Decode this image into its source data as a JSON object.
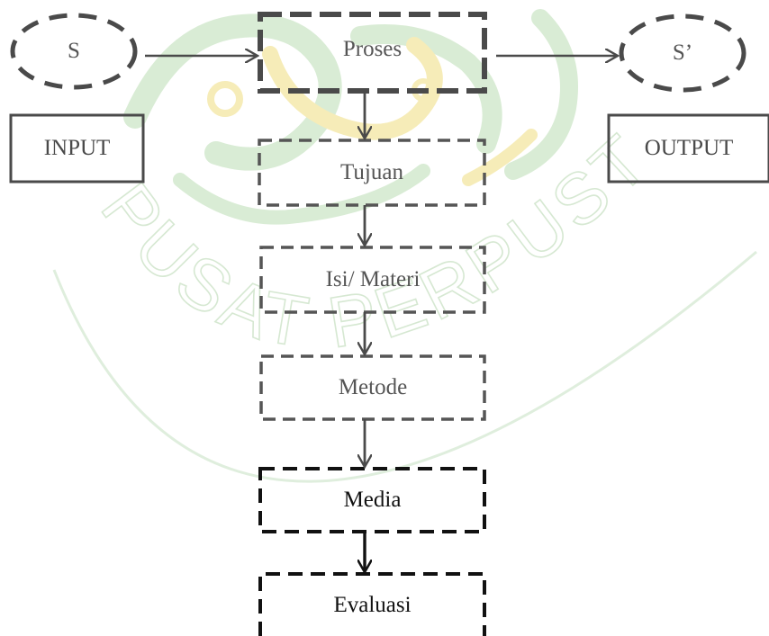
{
  "diagram": {
    "input_symbol": "S",
    "output_symbol": "S’",
    "input_label": "INPUT",
    "output_label": "OUTPUT",
    "steps": [
      "Proses",
      "Tujuan",
      "Isi/ Materi",
      "Metode",
      "Media",
      "Evaluasi"
    ]
  },
  "watermark": {
    "text": "PUSAT PERPUSTAKAAN"
  },
  "colors": {
    "grey": "#4a4a4a",
    "grey_text": "#555555",
    "black": "#111111",
    "watermark_green": "#d9ecd5",
    "watermark_gold": "#f6ecb8"
  }
}
